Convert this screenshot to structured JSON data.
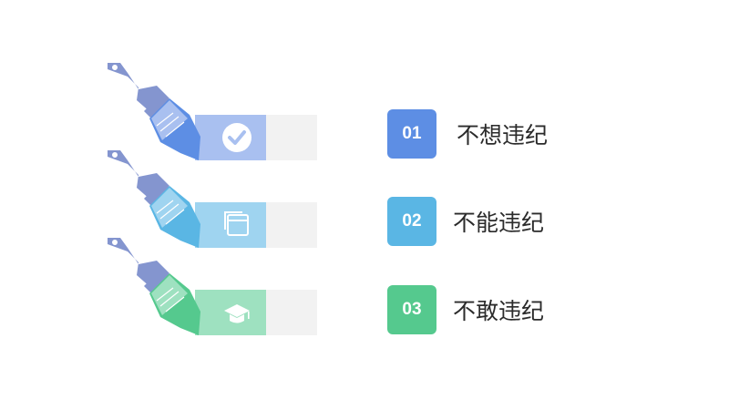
{
  "colors": {
    "handle": "#8495cf",
    "strip_bg": "#f2f2f2",
    "items": [
      "#5d8ee4",
      "#5ab6e4",
      "#55c98e"
    ],
    "bristles_light": [
      "#a9c0f0",
      "#9fd4f0",
      "#9ee1c0"
    ]
  },
  "icons": [
    "check-circle-icon",
    "windows-icon",
    "graduation-cap-icon"
  ],
  "items": [
    {
      "number": "01",
      "label": "不想违纪"
    },
    {
      "number": "02",
      "label": "不能违纪"
    },
    {
      "number": "03",
      "label": "不敢违纪"
    }
  ]
}
